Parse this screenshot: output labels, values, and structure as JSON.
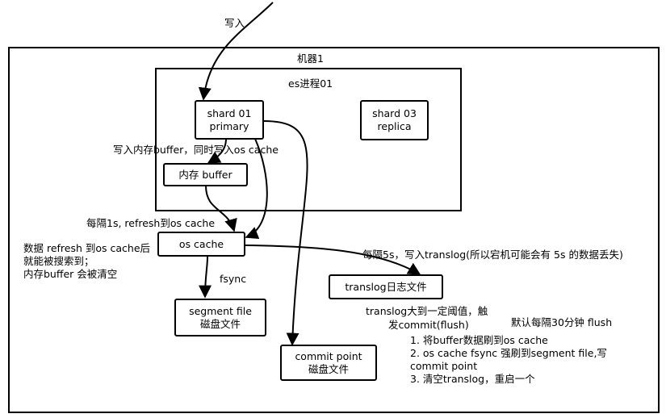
{
  "labels": {
    "write_in": "写入",
    "machine": "机器1",
    "process": "es进程01",
    "write_buffer": "写入内存buffer，同时写入os cache",
    "refresh_1s": "每隔1s, refresh到os cache",
    "refresh_note": [
      "数据 refresh 到os cache后",
      "就能被搜索到；",
      "内存buffer 会被清空"
    ],
    "fsync": "fsync",
    "translog_5s": "每隔5s，写入translog(所以宕机可能会有 5s 的数据丢失)",
    "translog_threshold": [
      "translog大到一定阈值，触",
      "发commit(flush)"
    ],
    "flush_30min": "默认每隔30分钟 flush",
    "commit_steps": [
      "1. 将buffer数据刷到os cache",
      "2. os cache fsync 强刷到segment file,写",
      "commit point",
      "3. 清空translog，重启一个"
    ]
  },
  "boxes": {
    "shard01": [
      "shard 01",
      "primary"
    ],
    "shard03": [
      "shard 03",
      "replica"
    ],
    "buffer": [
      "内存 buffer"
    ],
    "oscache": [
      "os cache"
    ],
    "segment": [
      "segment file",
      "磁盘文件"
    ],
    "translog": [
      "translog日志文件"
    ],
    "commit": [
      "commit point",
      "磁盘文件"
    ]
  }
}
